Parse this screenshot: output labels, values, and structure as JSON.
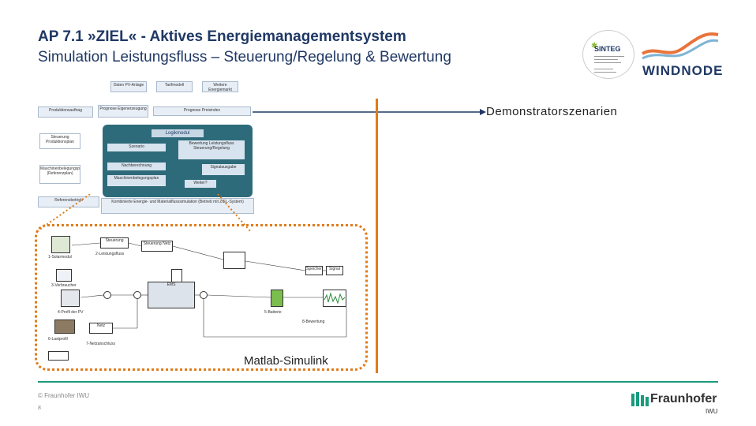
{
  "header": {
    "title": "AP 7.1 »ZIEL« - Aktives Energiemanagementsystem",
    "subtitle": "Simulation Leistungsfluss – Steuerung/Regelung & Bewertung"
  },
  "logos": {
    "sinteg": "SINTEG",
    "windnode": "WINDNODE",
    "fraunhofer": "Fraunhofer",
    "fraunhofer_unit": "IWU"
  },
  "labels": {
    "demonstrator": "Demonstratorszenarien",
    "simulink": "Matlab-Simulink"
  },
  "process_diagram": {
    "top_boxes": [
      "Daten PV-Anlage",
      "Tarifmodell",
      "Weitere Energiemarkt"
    ],
    "left_boxes": [
      "Produktionsauftrag",
      "Steuerung Produktionsplan",
      "Maschinenbelegungsplan (Referenzplan)",
      "Referenzbetrieb"
    ],
    "middle_boxes": [
      "Prognose Eigenerzeugung",
      "Prognose Preisindex"
    ],
    "logic_head": "Logikmodul",
    "logic_boxes": [
      "Szenario",
      "Bewertung Leistungsfluss Steuerung/Regelung",
      "Nachberechnung",
      "Signalausgabe",
      "Maschinenbelegungsplan",
      "Weiter?"
    ],
    "bottom_box": "Kombinierte Energie- und Materialflusssimulation (Betrieb mit ZIEL-System)"
  },
  "simulink_diagram": {
    "blocks": [
      "Steuerung",
      "Steuerung Netz",
      "EMS",
      "Speicher",
      "Signal",
      "Netz"
    ],
    "labels": [
      "1-Solarmodul",
      "2-Leistungsfluss",
      "3-Verbraucher",
      "4-Profil der PV",
      "5-Batterie",
      "6-Lastprofil",
      "7-Netzanschluss",
      "8-Bewertung"
    ]
  },
  "footer": {
    "copyright": "© Fraunhofer IWU",
    "page": "8"
  },
  "colors": {
    "title": "#1f3864",
    "accent": "#e07b1a",
    "footer_line": "#1a9a7a",
    "logic_module": "#2e6b7a"
  }
}
